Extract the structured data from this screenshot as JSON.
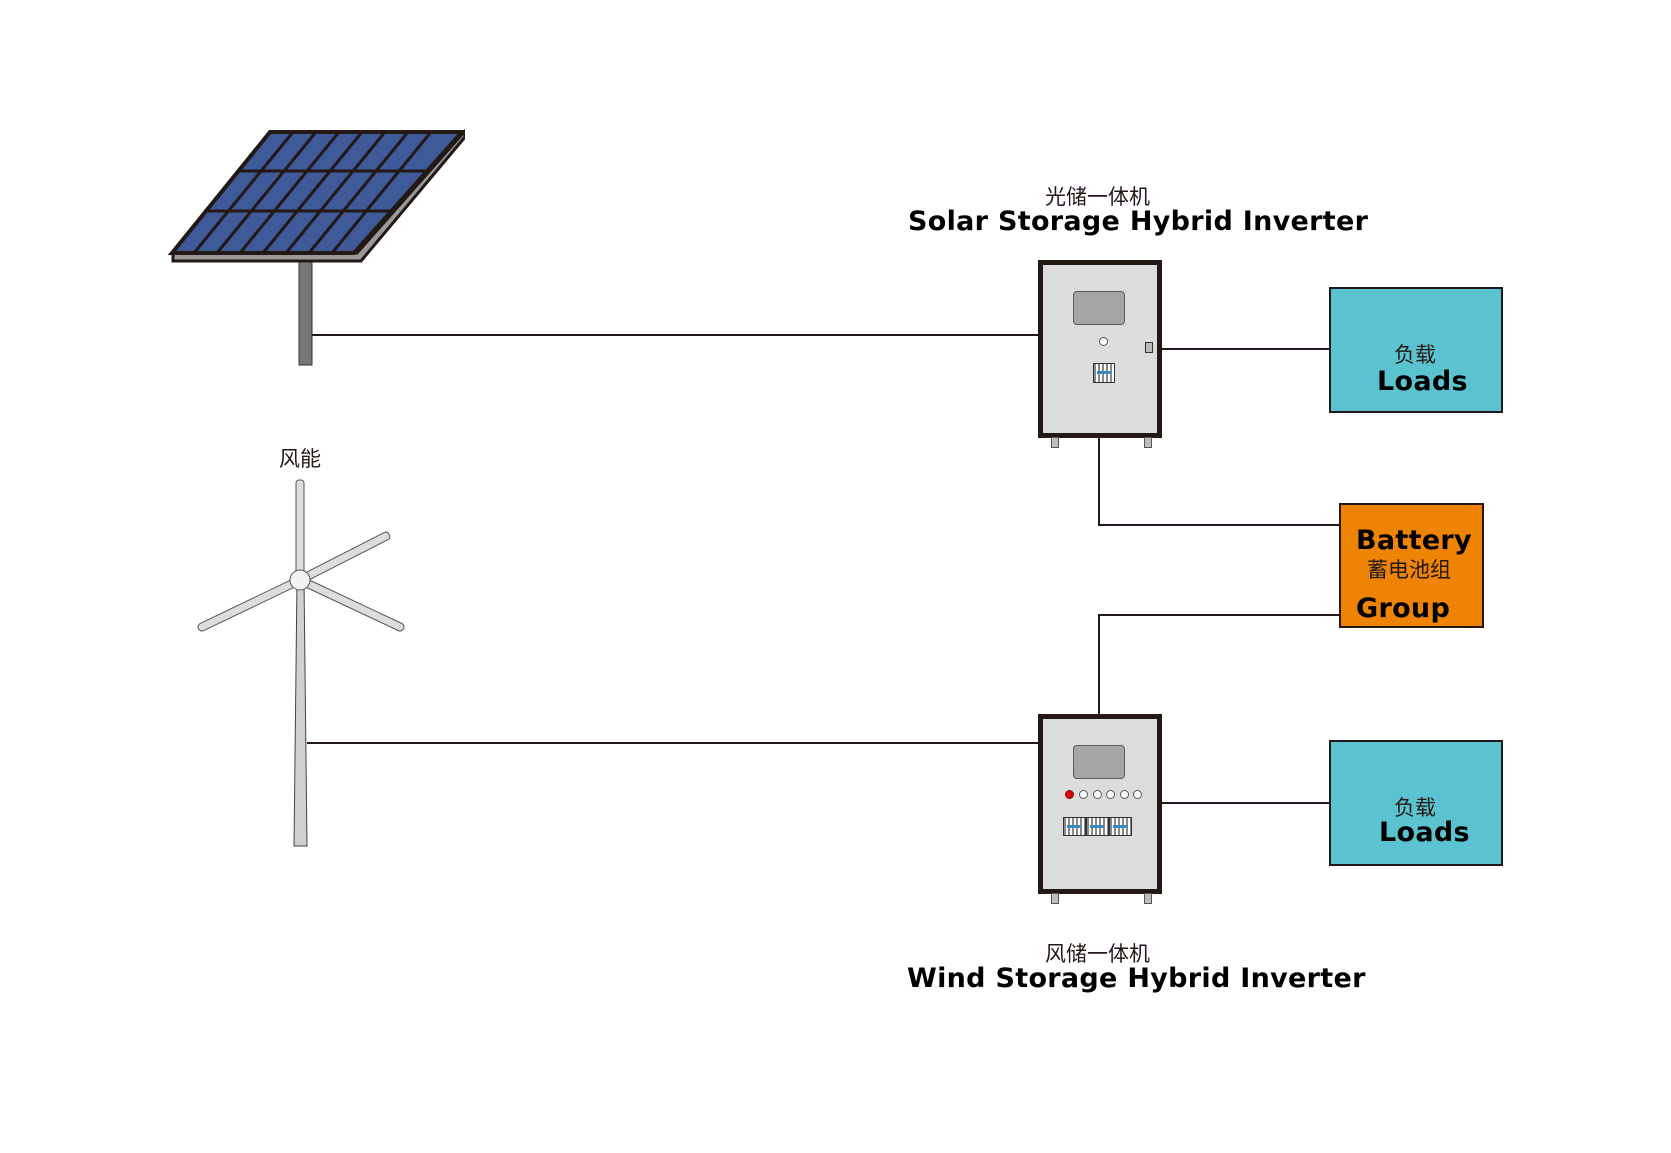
{
  "solar": {
    "label_cn": "光储一体机",
    "label_en": "Solar Storage Hybrid Inverter"
  },
  "wind": {
    "source_label_cn": "风能",
    "label_cn": "风储一体机",
    "label_en": "Wind Storage Hybrid Inverter"
  },
  "loads_top": {
    "label_cn": "负载",
    "label_en": "Loads"
  },
  "loads_bottom": {
    "label_cn": "负载",
    "label_en": "Loads"
  },
  "battery": {
    "label_en_1": "Battery",
    "label_cn": "蓄电池组",
    "label_en_2": "Group"
  },
  "colors": {
    "loads": "#5bc2d0",
    "battery": "#ee8304",
    "solar_cells": "#3e5a99",
    "cabinet": "#dcdcdc",
    "outline": "#231815",
    "indicator_red": "#d7000f"
  }
}
